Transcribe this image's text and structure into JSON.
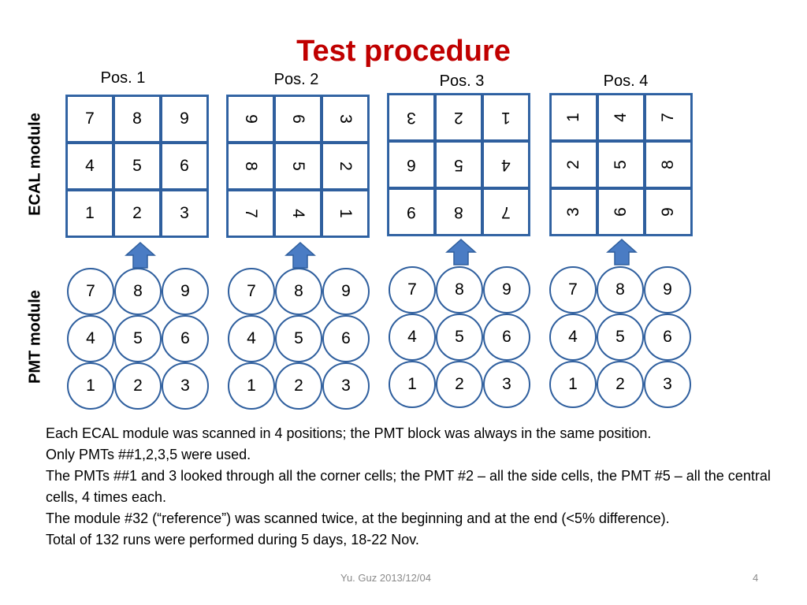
{
  "slide": {
    "title": "Test procedure",
    "positions": [
      "Pos. 1",
      "Pos. 2",
      "Pos. 3",
      "Pos. 4"
    ],
    "ecal_label": "ECAL module",
    "pmt_label": "PMT module",
    "ecal_grids": [
      {
        "rotation": 0,
        "rows": [
          [
            "7",
            "8",
            "9"
          ],
          [
            "4",
            "5",
            "6"
          ],
          [
            "1",
            "2",
            "3"
          ]
        ]
      },
      {
        "rotation": 90,
        "rows": [
          [
            "9",
            "6",
            "3"
          ],
          [
            "8",
            "5",
            "2"
          ],
          [
            "7",
            "4",
            "1"
          ]
        ]
      },
      {
        "rotation": 180,
        "rows": [
          [
            "3",
            "2",
            "1"
          ],
          [
            "6",
            "5",
            "4"
          ],
          [
            "9",
            "8",
            "7"
          ]
        ]
      },
      {
        "rotation": 270,
        "rows": [
          [
            "1",
            "4",
            "7"
          ],
          [
            "2",
            "5",
            "8"
          ],
          [
            "3",
            "6",
            "9"
          ]
        ]
      }
    ],
    "pmt_numbers": [
      [
        "7",
        "8",
        "9"
      ],
      [
        "4",
        "5",
        "6"
      ],
      [
        "1",
        "2",
        "3"
      ]
    ],
    "paragraphs": [
      "Each ECAL module was scanned in 4 positions; the PMT block was always in the same position.",
      "Only PMTs ##1,2,3,5 were used.",
      "The PMTs ##1 and 3 looked through all the corner cells; the PMT #2 – all the side cells, the PMT #5 – all the central cells, 4 times each.",
      "The module #32 (“reference”) was scanned twice, at the beginning and at the end (<5% difference).",
      "Total of 132 runs were performed during 5 days, 18-22 Nov."
    ],
    "footer_center": "Yu. Guz 2013/12/04",
    "footer_page": "4",
    "colors": {
      "title": "#c00000",
      "border": "#2f5f9e",
      "arrow": "#4a7cc4"
    }
  }
}
